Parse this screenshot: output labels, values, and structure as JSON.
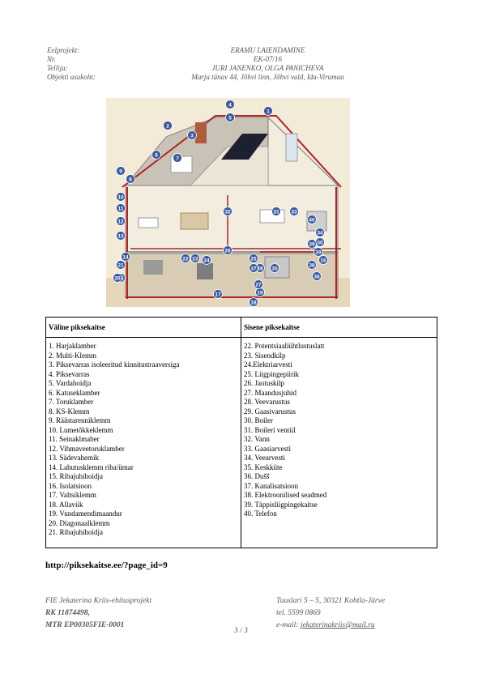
{
  "header": {
    "rows": [
      {
        "label": "Eelprojekt:",
        "value": "ERAMU  LAIENDAMINE"
      },
      {
        "label": "Nr.",
        "value": "EK-07/16"
      },
      {
        "label": "Tellija:",
        "value": "JURI JANENKO, OLGA PANICHEVA"
      },
      {
        "label": "Objekti asukoht:",
        "value": "Marja tänav  44, Jõhvi linn,  Jõhvi vald, Ida-Virumaa"
      }
    ]
  },
  "illustration": {
    "markers": [
      "1",
      "2",
      "3",
      "4",
      "5",
      "6",
      "7",
      "8",
      "9",
      "10",
      "11",
      "12",
      "13",
      "14",
      "15",
      "16",
      "17",
      "18",
      "19",
      "20",
      "21",
      "22",
      "23",
      "24",
      "25",
      "26",
      "27",
      "28",
      "29",
      "30",
      "31",
      "32",
      "33",
      "34",
      "35",
      "36",
      "37",
      "38",
      "39",
      "40"
    ]
  },
  "table": {
    "col1_header": "Väline piksekaitse",
    "col2_header": "Sisene piksekaitse",
    "col1_items": [
      "1. Harjaklamber",
      "2. Multi-Klemm",
      "3. Piksevarras isoleeritud kinnitustraaversiga",
      "4. Piksevarras",
      "5. Vardahoidja",
      "6. Katuseklamber",
      "7. Toruklamber",
      "8. KS-Klemm",
      "9. Räästarenniklemm",
      "10. Lumetõkkeklemm",
      "11. Seinaklmaber",
      "12. Vihmaveetoruklamber",
      "13. Sädevahemik",
      "14. Lahutusklemm riba/ümar",
      "15. Ribajuhihoidja",
      "16. Isolatsioon",
      "17. Valtsiklemm",
      "18. Allaviik",
      "19. Vundamendimaandur",
      "20. Diagonaalklemm",
      "21. Ribajuhihoidja"
    ],
    "col2_items": [
      "22. Potentsiaaliühtlustuslatt",
      "23. Sisendkilp",
      "24.Elektriarvesti",
      "25. Liigpingepiirik",
      "26. Jaotuskilp",
      "27. Maandusjuhid",
      "28. Veevarustus",
      "29. Gaasivarustus",
      "30. Boiler",
      "31. Boileri ventiil",
      "32. Vann",
      "33. Gaasiarvesti",
      "34. Veearvesti",
      "35. Keskküte",
      "36. Dušš",
      "37. Kanalisatsioon",
      "38. Elektroonilised seadmed",
      "39. Täppisliigpingekaitse",
      "40. Telefon"
    ]
  },
  "url": "http://piksekaitse.ee/?page_id=9",
  "footer": {
    "company": "FIE Jekaterina Kriis-ehitusprojekt",
    "rk": "RK  11874498,",
    "mtr": "MTR EP00305FIE-0001",
    "address": "Tuuslari  5 – 5, 30321 Kohtla-Järve",
    "tel": "tel. 5599 0869",
    "email_label": "e-mail: ",
    "email": "jekaterinakriis@mail.ru",
    "page": "3 / 3"
  },
  "colors": {
    "house_wall": "#f3ede0",
    "roof": "#9aa0a6",
    "lightning_wire": "#a8252b",
    "marker": "#3b5a9c"
  }
}
